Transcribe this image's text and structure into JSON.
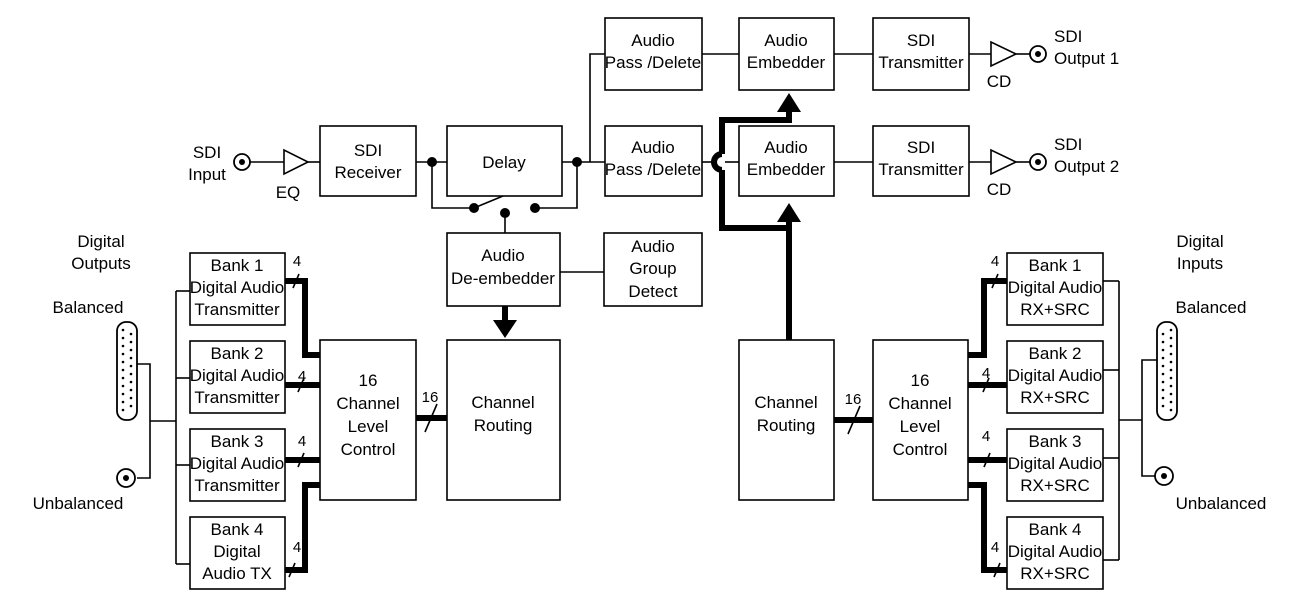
{
  "input": {
    "sdi_input": [
      "SDI",
      "Input"
    ],
    "eq": "EQ",
    "sdi_receiver": [
      "SDI",
      "Receiver"
    ],
    "delay": "Delay"
  },
  "deembed": {
    "audio_deembedder": [
      "Audio",
      "De-embedder"
    ],
    "audio_group_detect": [
      "Audio",
      "Group",
      "Detect"
    ]
  },
  "outputs_path": {
    "pass_delete_1": [
      "Audio",
      "Pass /Delete"
    ],
    "pass_delete_2": [
      "Audio",
      "Pass /Delete"
    ],
    "embedder_1": [
      "Audio",
      "Embedder"
    ],
    "embedder_2": [
      "Audio",
      "Embedder"
    ],
    "transmitter_1": [
      "SDI",
      "Transmitter"
    ],
    "transmitter_2": [
      "SDI",
      "Transmitter"
    ],
    "cd_1": "CD",
    "cd_2": "CD",
    "sdi_output_1": [
      "SDI",
      "Output 1"
    ],
    "sdi_output_2": [
      "SDI",
      "Output 2"
    ]
  },
  "left_side": {
    "digital_outputs": [
      "Digital",
      "Outputs"
    ],
    "balanced": "Balanced",
    "unbalanced": "Unbalanced",
    "bank1": [
      "Bank 1",
      "Digital Audio",
      "Transmitter"
    ],
    "bank2": [
      "Bank 2",
      "Digital Audio",
      "Transmitter"
    ],
    "bank3": [
      "Bank 3",
      "Digital Audio",
      "Transmitter"
    ],
    "bank4": [
      "Bank 4",
      "Digital",
      "Audio TX"
    ],
    "level_control": [
      "16",
      "Channel",
      "Level",
      "Control"
    ],
    "channel_routing": [
      "Channel",
      "Routing"
    ],
    "bus_16": "16",
    "bus_4": [
      "4",
      "4",
      "4",
      "4"
    ]
  },
  "right_side": {
    "digital_inputs": [
      "Digital",
      "Inputs"
    ],
    "balanced": "Balanced",
    "unbalanced": "Unbalanced",
    "bank1": [
      "Bank 1",
      "Digital Audio",
      "RX+SRC"
    ],
    "bank2": [
      "Bank 2",
      "Digital Audio",
      "RX+SRC"
    ],
    "bank3": [
      "Bank 3",
      "Digital Audio",
      "RX+SRC"
    ],
    "bank4": [
      "Bank 4",
      "Digital Audio",
      "RX+SRC"
    ],
    "level_control": [
      "16",
      "Channel",
      "Level",
      "Control"
    ],
    "channel_routing": [
      "Channel",
      "Routing"
    ],
    "bus_16": "16",
    "bus_4": [
      "4",
      "4",
      "4",
      "4"
    ]
  }
}
